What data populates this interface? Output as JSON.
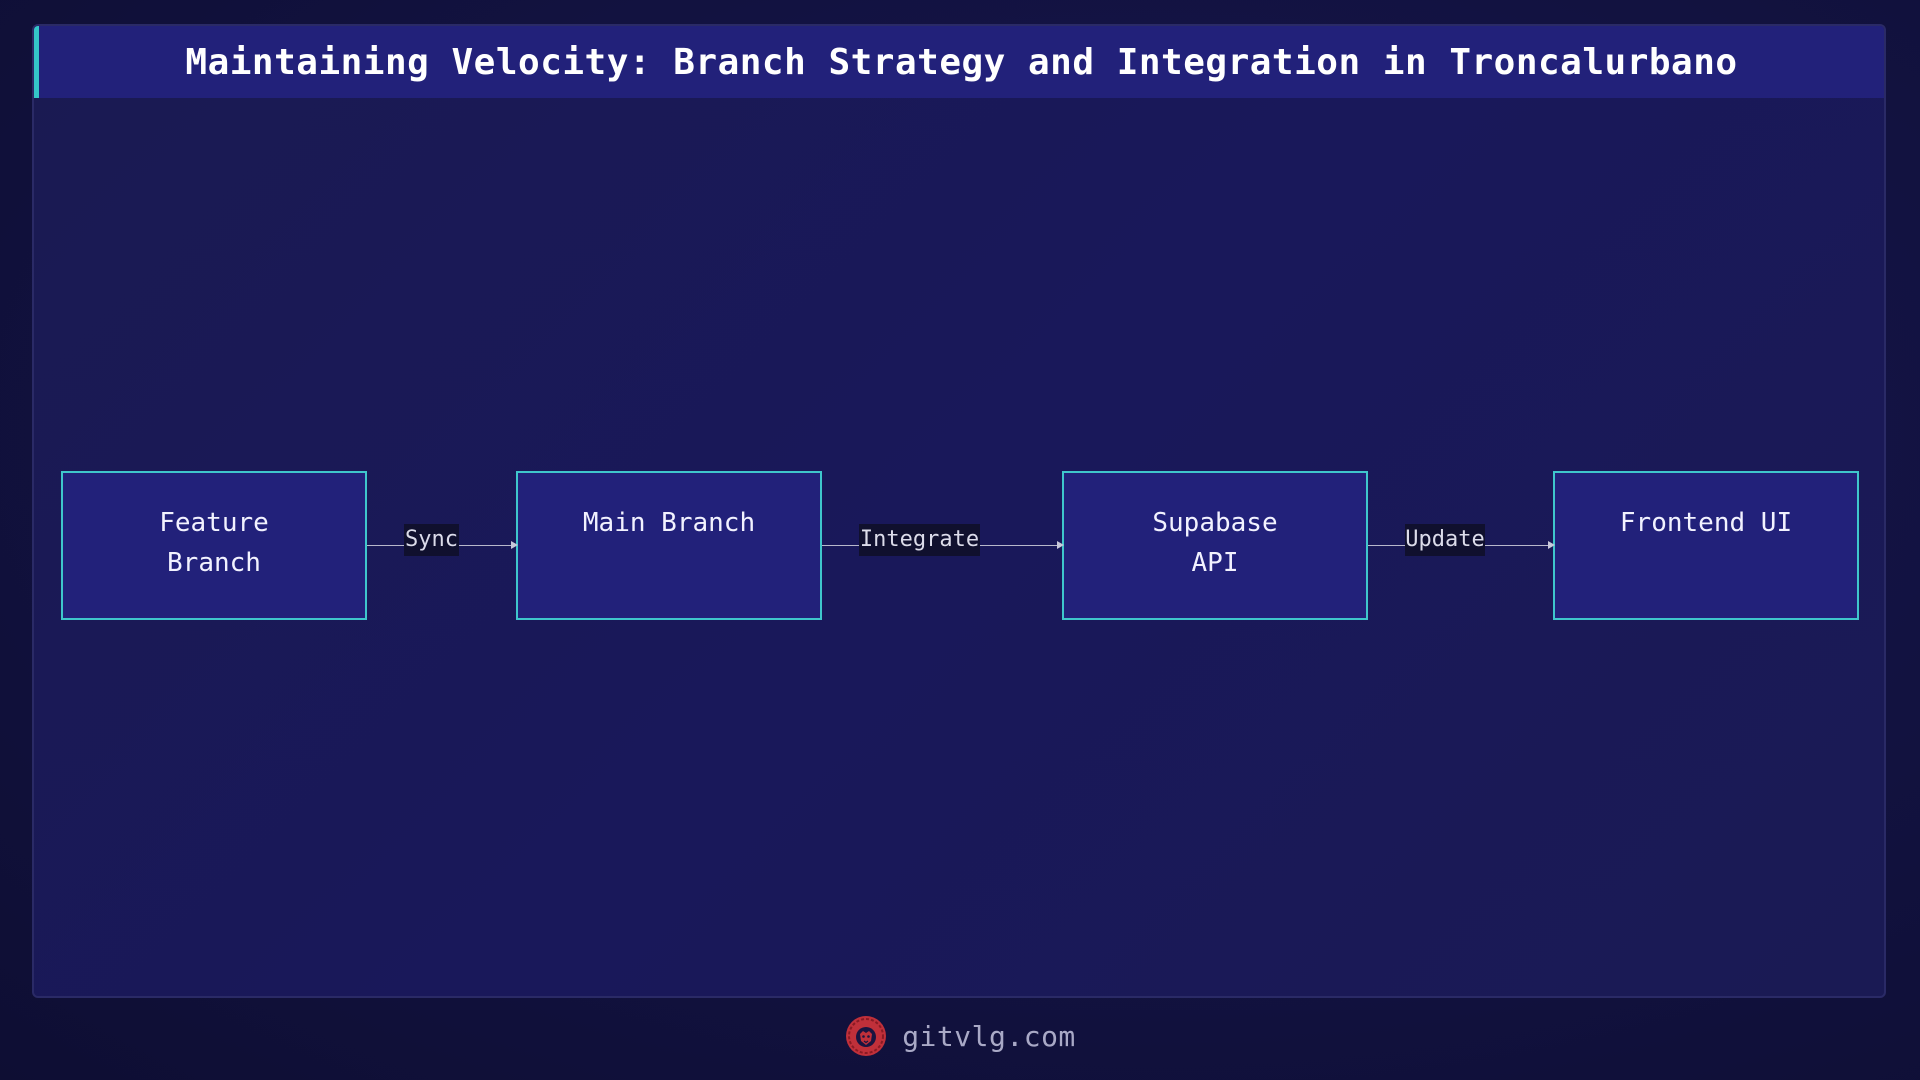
{
  "title": "Maintaining Velocity: Branch Strategy and Integration in Troncalurbano",
  "nodes": [
    {
      "label": "Feature\nBranch"
    },
    {
      "label": "Main Branch"
    },
    {
      "label": "Supabase\nAPI"
    },
    {
      "label": "Frontend UI"
    }
  ],
  "edges": [
    {
      "from": "Feature Branch",
      "to": "Main Branch",
      "label": "Sync"
    },
    {
      "from": "Main Branch",
      "to": "Supabase API",
      "label": "Integrate"
    },
    {
      "from": "Supabase API",
      "to": "Frontend UI",
      "label": "Update"
    }
  ],
  "footer": {
    "brand": "gitvlg.com",
    "logo_icon": "lion-logo-icon"
  },
  "colors": {
    "node_fill": "#22217a",
    "node_border": "#3fc6cc",
    "title_accent": "#34c6c8",
    "logo_red": "#c0303a"
  }
}
